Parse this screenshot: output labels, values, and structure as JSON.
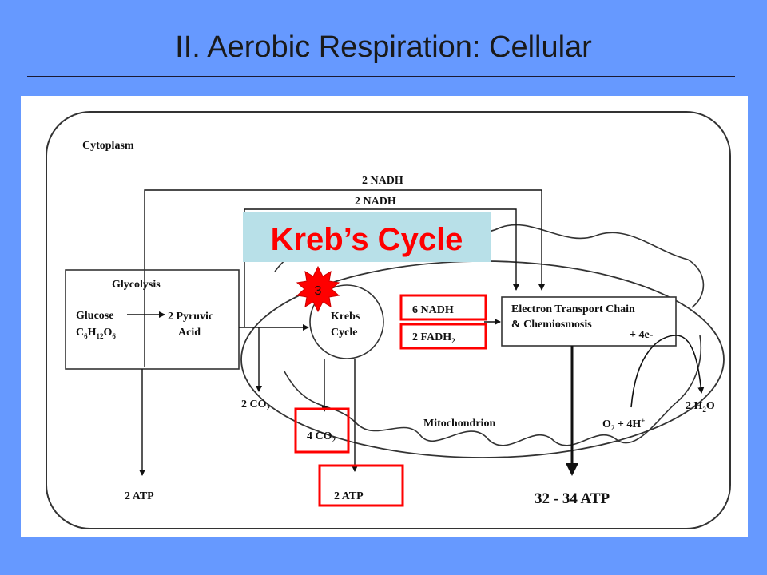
{
  "slide": {
    "title": "II. Aerobic Respiration: Cellular"
  },
  "callout": {
    "label": "Kreb’s Cycle",
    "step_number": "3",
    "bg_color": "#b8e0e8",
    "text_color": "#ff0000"
  },
  "highlight_color": "#ff0000",
  "diagram": {
    "cytoplasm": "Cytoplasm",
    "nadh_top_1": "2 NADH",
    "nadh_top_2": "2 NADH",
    "glycolysis": {
      "title": "Glycolysis",
      "glucose": "Glucose",
      "formula": {
        "c": "C",
        "c_sub": "6",
        "h": "H",
        "h_sub": "12",
        "o": "O",
        "o_sub": "6"
      },
      "pyruvic_1": "2 Pyruvic",
      "pyruvic_2": "Acid"
    },
    "krebs": {
      "line1": "Krebs",
      "line2": "Cycle"
    },
    "nadh_6": "6 NADH",
    "fadh2": {
      "text": "2 FADH",
      "sub": "2"
    },
    "etc": {
      "line1": "Electron Transport Chain",
      "line2": "& Chemiosmosis",
      "line3": "+ 4e-"
    },
    "co2_2": {
      "text": "2 CO",
      "sub": "2"
    },
    "co2_4": {
      "text": "4 CO",
      "sub": "2"
    },
    "atp_glycolysis": "2 ATP",
    "atp_krebs": "2 ATP",
    "atp_etc": "32 - 34 ATP",
    "mitochondrion": "Mitochondrion",
    "oxygen": {
      "o": "O",
      "o_sub": "2",
      "rest": " + 4H",
      "sup": "+"
    },
    "water": {
      "h": "2 H",
      "h_sub": "2",
      "o": "O"
    }
  }
}
